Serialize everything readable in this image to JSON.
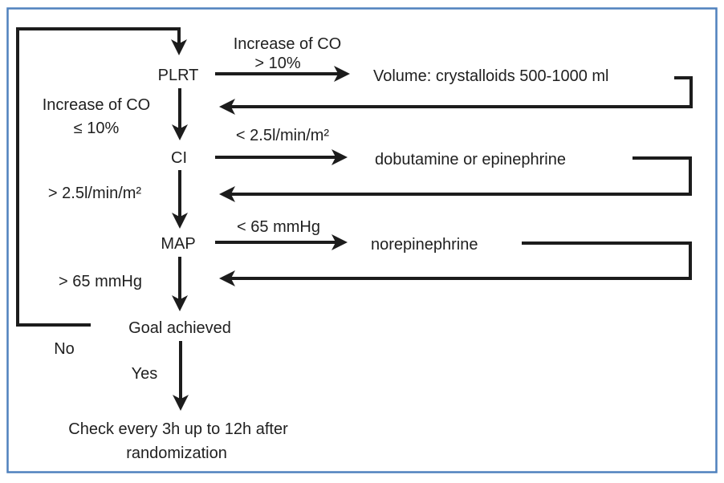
{
  "diagram": {
    "type": "flowchart",
    "description": "Hemodynamic management algorithm",
    "colors": {
      "frame_border": "#4f81bd",
      "ink": "#1c1c1c",
      "background": "#ffffff"
    },
    "nodes": {
      "plrt": {
        "label": "PLRT"
      },
      "ci": {
        "label": "CI"
      },
      "map": {
        "label": "MAP"
      },
      "goal": {
        "label": "Goal achieved"
      },
      "followup": {
        "line1": "Check every 3h up to 12h after",
        "line2": "randomization"
      }
    },
    "treatments": {
      "volume": {
        "label": "Volume: crystalloids 500-1000 ml"
      },
      "ci_low": {
        "label": "dobutamine or epinephrine"
      },
      "map_low": {
        "label": "norepinephrine"
      }
    },
    "edge_labels": {
      "plrt_positive": {
        "line1": "Increase of CO",
        "line2": "> 10%"
      },
      "plrt_negative": {
        "line1": "Increase of CO",
        "line2": "≤ 10%"
      },
      "ci_low": "< 2.5l/min/m²",
      "ci_normal": "> 2.5l/min/m²",
      "map_low": "< 65 mmHg",
      "map_normal": "> 65 mmHg",
      "goal_no": "No",
      "goal_yes": "Yes"
    }
  }
}
